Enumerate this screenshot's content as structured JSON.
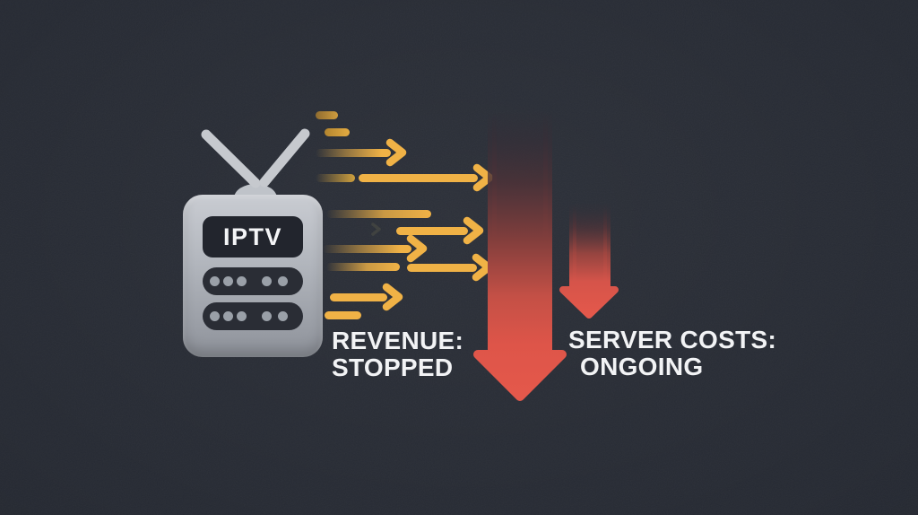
{
  "tv": {
    "screen_label": "IPTV"
  },
  "labels": {
    "revenue": {
      "line1": "REVENUE:",
      "line2": "STOPPED"
    },
    "server_costs": {
      "line1": "SERVER COSTS:",
      "line2": "ONGOING"
    }
  },
  "colors": {
    "background": "#262A33",
    "arrow_amber": "#F0B246",
    "arrow_red": "#E4584B",
    "tv_gray_light": "#C9CCD2",
    "tv_gray_dark": "#8E929A",
    "panel_dark": "#22252D",
    "vent_dark": "#2A2D35",
    "dot_gray": "#9AA0A8",
    "text_white": "#F2F3F5"
  },
  "icons": {
    "tv": "tv-icon",
    "antenna": "antenna-icon",
    "money_flow": "money-flow-arrow-icon",
    "revenue_down": "revenue-down-arrow-icon",
    "server_costs_down": "server-costs-down-arrow-icon"
  }
}
